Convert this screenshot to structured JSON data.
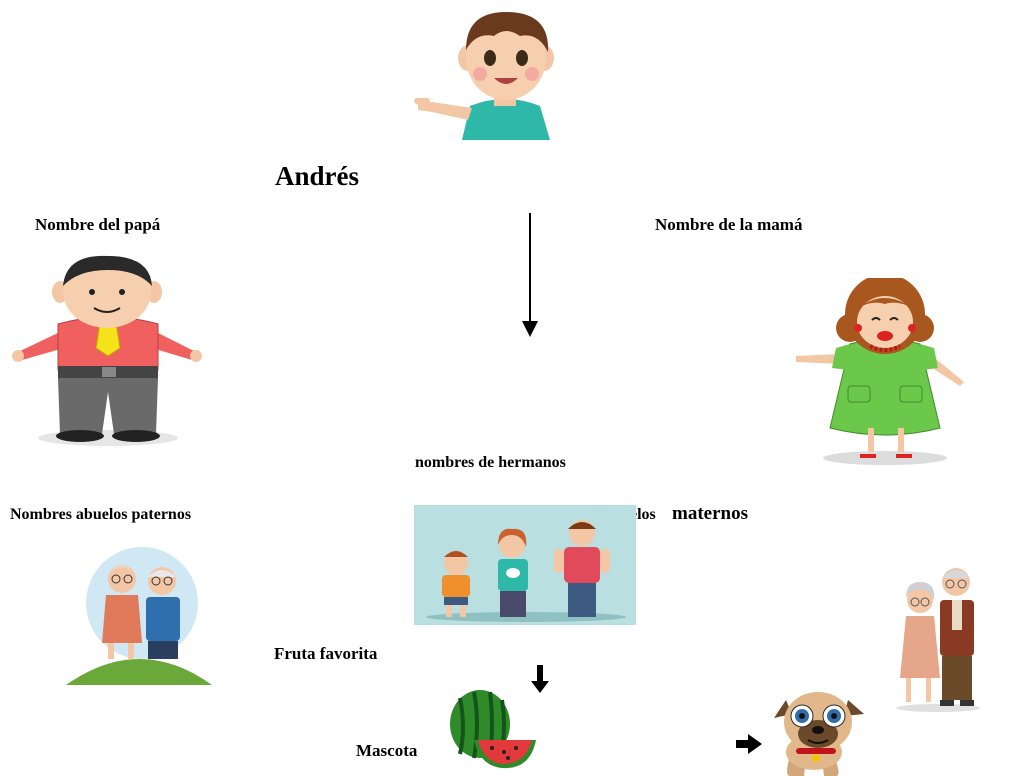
{
  "name": "Andrés",
  "labels": {
    "dad": "Nombre del papá",
    "mom": "Nombre de la mamá",
    "siblings": "nombres de hermanos",
    "paternal_grandparents": "Nombres abuelos paternos",
    "maternal_grandparents_partial": "elos",
    "maternal_grandparents_word": "maternos",
    "favorite_fruit": "Fruta favorita",
    "pet": "Mascota"
  },
  "images": {
    "child": "boy-pointing-illustration",
    "dad": "father-cartoon-illustration",
    "mom": "mother-cartoon-illustration",
    "siblings": "siblings-illustration",
    "paternal_grandparents": "grandparents-on-hill-illustration",
    "maternal_grandparents": "elderly-couple-illustration",
    "fruit": "watermelon-illustration",
    "pet": "pug-dog-illustration"
  },
  "colors": {
    "text": "#000000",
    "dad_shirt": "#f0605e",
    "mom_dress": "#6cc84a",
    "child_shirt": "#2eb8a8",
    "siblings_bg": "#b9dfe0"
  }
}
